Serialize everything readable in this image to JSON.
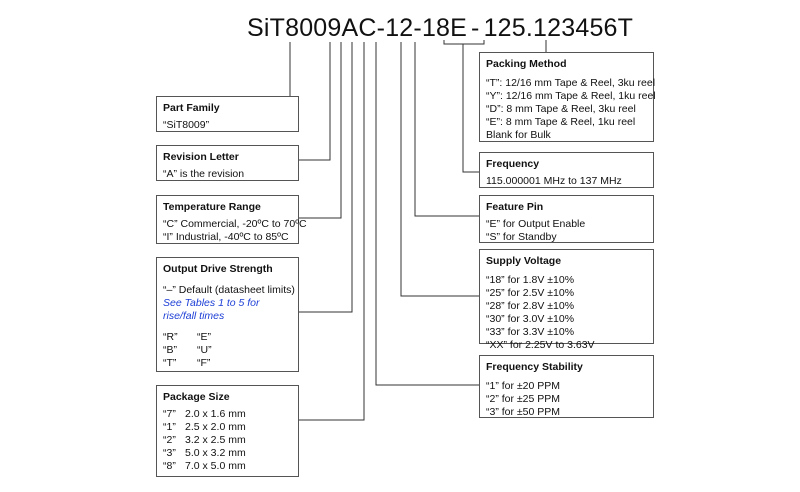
{
  "part_code": {
    "segments": [
      "SiT8009",
      "A",
      "C",
      "-",
      "1",
      "2",
      "-",
      "18",
      "E",
      "-",
      "1",
      "2",
      "5.123456",
      "T"
    ]
  },
  "boxes": {
    "part_family": {
      "title": "Part Family",
      "lines": [
        "“SiT8009”"
      ]
    },
    "revision_letter": {
      "title": "Revision Letter",
      "lines": [
        "“A” is the revision"
      ]
    },
    "temperature_range": {
      "title": "Temperature Range",
      "lines": [
        "“C” Commercial, -20ºC to 70ºC",
        "“I”   Industrial, -40ºC to 85ºC"
      ]
    },
    "output_drive": {
      "title": "Output Drive Strength",
      "default_line": "“–” Default (datasheet limits)",
      "note": "See Tables 1 to 5 for rise/fall times",
      "codes": [
        [
          "“R”",
          "“E”"
        ],
        [
          "“B”",
          "“U”"
        ],
        [
          "“T”",
          "“F”"
        ]
      ]
    },
    "package_size": {
      "title": "Package Size",
      "rows": [
        [
          "“7”",
          "2.0 x 1.6 mm"
        ],
        [
          "“1”",
          "2.5 x 2.0 mm"
        ],
        [
          "“2”",
          "3.2 x 2.5 mm"
        ],
        [
          "“3”",
          "5.0 x 3.2 mm"
        ],
        [
          "“8”",
          "7.0 x 5.0 mm"
        ]
      ]
    },
    "packing_method": {
      "title": "Packing Method",
      "lines": [
        "“T”:  12/16 mm Tape & Reel, 3ku reel",
        "“Y”:  12/16 mm Tape & Reel, 1ku reel",
        "“D”:  8 mm Tape & Reel, 3ku reel",
        "“E”:  8 mm Tape & Reel, 1ku reel",
        "Blank for Bulk"
      ]
    },
    "frequency": {
      "title": "Frequency",
      "lines": [
        "115.000001 MHz to 137 MHz"
      ]
    },
    "feature_pin": {
      "title": "Feature Pin",
      "lines": [
        "“E” for Output Enable",
        "“S” for Standby"
      ]
    },
    "supply_voltage": {
      "title": "Supply Voltage",
      "lines": [
        "“18” for 1.8V ±10%",
        "“25” for 2.5V ±10%",
        "“28” for 2.8V ±10%",
        "“30” for 3.0V ±10%",
        "“33” for 3.3V ±10%",
        "“XX” for 2.25V to 3.63V"
      ]
    },
    "frequency_stability": {
      "title": "Frequency Stability",
      "lines": [
        "“1” for ±20 PPM",
        "“2” for ±25 PPM",
        "“3” for ±50 PPM"
      ]
    }
  }
}
